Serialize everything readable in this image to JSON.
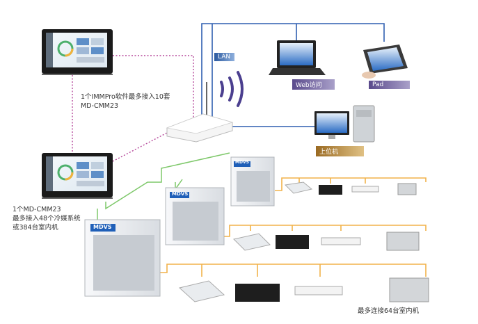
{
  "labels": {
    "immpro": "1个IMMPro软件最多接入10套",
    "immpro_model": "MD-CMM23",
    "cmm_line1": "1个MD-CMM23",
    "cmm_line2": "最多接入48个冷媒系统",
    "cmm_line3": "或384台室内机",
    "max_indoor": "最多连接64台室内机"
  },
  "tags": {
    "lan": "LAN",
    "web": "Web访问",
    "pad": "Pad",
    "host": "上位机"
  },
  "unit_brand": "MDVS",
  "colors": {
    "lan_line": "#2f5fb0",
    "bus_line": "#b5479a",
    "green_line": "#7ec86a",
    "refrigerant_line": "#f2b24a"
  }
}
